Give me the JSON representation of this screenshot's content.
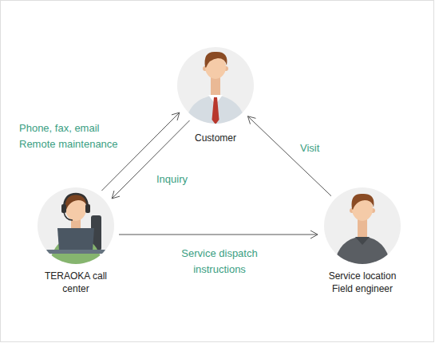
{
  "diagram": {
    "nodes": [
      {
        "text": [
          "Customer"
        ]
      },
      {
        "text": [
          "TERAOKA call center"
        ]
      },
      {
        "text": [
          "Service location Field engineer"
        ]
      }
    ],
    "edges": [
      {
        "from": 1,
        "to": 0,
        "arrow": "to",
        "label": "Phone, fax, email Remote maintenance"
      },
      {
        "from": 0,
        "to": 1,
        "arrow": "to",
        "label": "Inquiry"
      },
      {
        "from": 1,
        "to": 2,
        "arrow": "to",
        "label": "Service dispatch instructions"
      },
      {
        "from": 2,
        "to": 0,
        "arrow": "to",
        "label": "Visit"
      }
    ]
  }
}
